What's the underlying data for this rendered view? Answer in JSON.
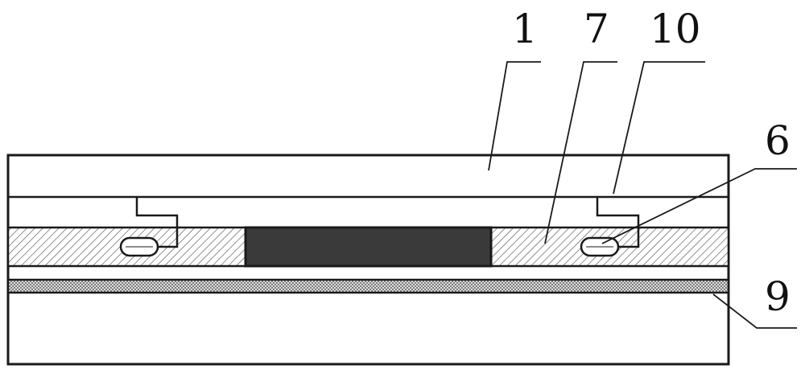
{
  "labels": {
    "part_1": "1",
    "part_7": "7",
    "part_10": "10",
    "part_6": "6",
    "part_9": "9"
  },
  "colors": {
    "outline": "#1a1a1a",
    "dark_block": "#3a3a3a",
    "hatch_fill": "#ffffff",
    "hatch_line": "#555555",
    "crosshatch_line": "#666666",
    "background": "#ffffff"
  }
}
